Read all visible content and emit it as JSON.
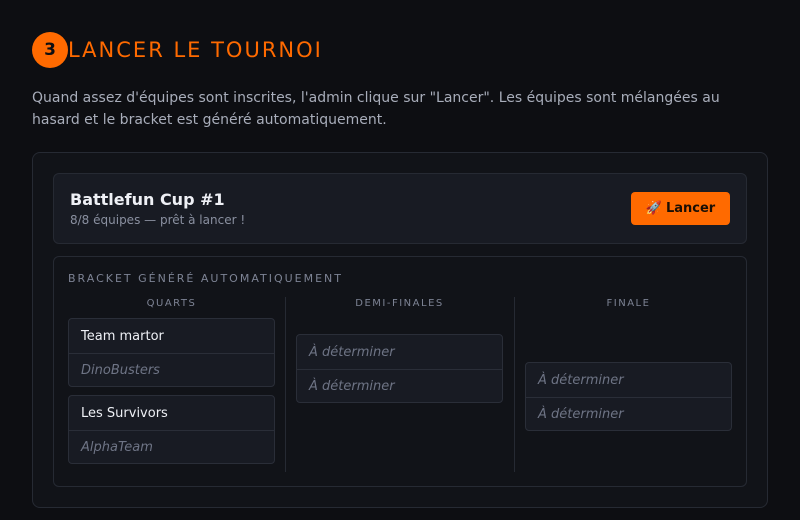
{
  "step": {
    "number": "3",
    "title": "LANCER LE TOURNOI",
    "description": "Quand assez d'équipes sont inscrites, l'admin clique sur \"Lancer\". Les équipes sont mélangées au hasard et le bracket est généré automatiquement."
  },
  "tournament": {
    "name": "Battlefun Cup #1",
    "status": "8/8 équipes — prêt à lancer !",
    "launch_icon": "rocket-icon",
    "launch_label": "Lancer"
  },
  "bracket": {
    "title": "BRACKET GÉNÉRÉ AUTOMATIQUEMENT",
    "columns": {
      "quarts": "QUARTS",
      "demi": "DEMI-FINALES",
      "finale": "FINALE"
    },
    "quarts": [
      {
        "team1": "Team martor",
        "team2": "DinoBusters"
      },
      {
        "team1": "Les Survivors",
        "team2": "AlphaTeam"
      }
    ],
    "demi": [
      {
        "team1": "À déterminer",
        "team2": "À déterminer"
      }
    ],
    "finale": [
      {
        "team1": "À déterminer",
        "team2": "À déterminer"
      }
    ]
  },
  "colors": {
    "accent": "#ff6a00",
    "background": "#0d0e12",
    "panel": "#111318",
    "card": "#181b23"
  }
}
